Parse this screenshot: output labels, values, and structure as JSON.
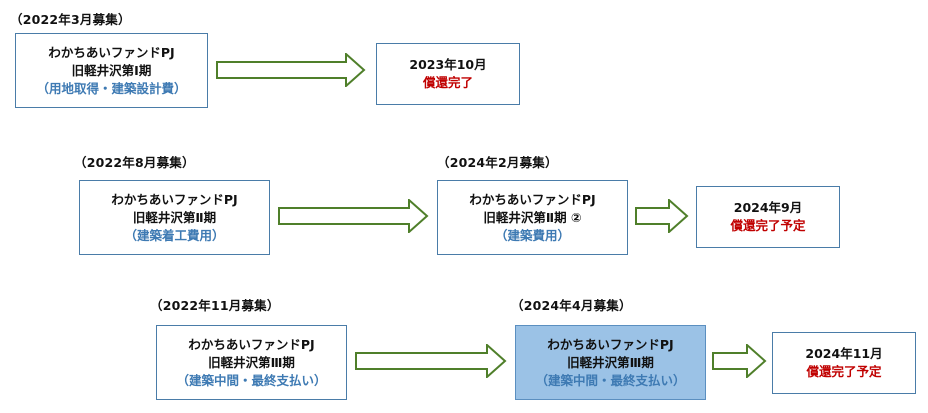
{
  "row1": {
    "label": "（2022年3月募集）",
    "fund": {
      "line1": "わかちあいファンドPJ",
      "line2": "旧軽井沢第Ⅰ期",
      "line3": "（用地取得・建築設計費）"
    },
    "result": {
      "date": "2023年10月",
      "status": "償還完了"
    }
  },
  "row2": {
    "label": "（2022年8月募集）",
    "fund": {
      "line1": "わかちあいファンドPJ",
      "line2": "旧軽井沢第Ⅱ期",
      "line3": "（建築着工費用）"
    },
    "label2": "（2024年2月募集）",
    "fund2": {
      "line1": "わかちあいファンドPJ",
      "line2": "旧軽井沢第Ⅱ期 ②",
      "line3": "（建築費用）"
    },
    "result": {
      "date": "2024年9月",
      "status": "償還完了予定"
    }
  },
  "row3": {
    "label": "（2022年11月募集）",
    "fund": {
      "line1": "わかちあいファンドPJ",
      "line2": "旧軽井沢第Ⅲ期",
      "line3": "（建築中間・最終支払い）"
    },
    "label2": "（2024年4月募集）",
    "fund2": {
      "line1": "わかちあいファンドPJ",
      "line2": "旧軽井沢第Ⅲ期",
      "line3": "（建築中間・最終支払い）"
    },
    "result": {
      "date": "2024年11月",
      "status": "償還完了予定"
    }
  },
  "colors": {
    "box_border": "#4a7ca8",
    "sub_text": "#3e7ab3",
    "status_red": "#c00000",
    "arrow_border": "#4f7f2a",
    "highlight_fill": "#9bc2e6"
  }
}
